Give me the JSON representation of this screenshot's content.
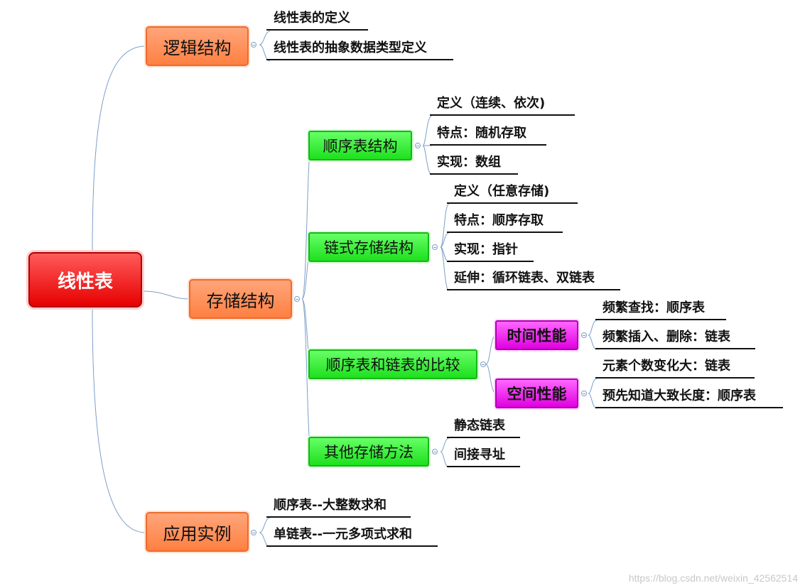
{
  "root": {
    "label": "线性表"
  },
  "logical": {
    "label": "逻辑结构",
    "items": [
      "线性表的定义",
      "线性表的抽象数据类型定义"
    ]
  },
  "storage": {
    "label": "存储结构",
    "sequential": {
      "label": "顺序表结构",
      "items": [
        "定义（连续、依次)",
        "特点：随机存取",
        "实现：数组"
      ]
    },
    "linked": {
      "label": "链式存储结构",
      "items": [
        "定义（任意存储)",
        "特点：顺序存取",
        "实现：指针",
        "延伸：循环链表、双链表"
      ]
    },
    "compare": {
      "label": "顺序表和链表的比较",
      "time": {
        "label": "时间性能",
        "items": [
          "频繁查找：顺序表",
          "频繁插入、删除：链表"
        ]
      },
      "space": {
        "label": "空间性能",
        "items": [
          "元素个数变化大：链表",
          "预先知道大致长度：顺序表"
        ]
      }
    },
    "other": {
      "label": "其他存储方法",
      "items": [
        "静态链表",
        "间接寻址"
      ]
    }
  },
  "application": {
    "label": "应用实例",
    "items": [
      "顺序表--大整数求和",
      "单链表--一元多项式求和"
    ]
  },
  "watermark": "https://blog.csdn.net/weixin_42562514",
  "colors": {
    "root": "#e60000",
    "level1": "#ff8042",
    "level2": "#1ee01e",
    "level3": "#e000e0",
    "connector": "#7d9fc8"
  }
}
